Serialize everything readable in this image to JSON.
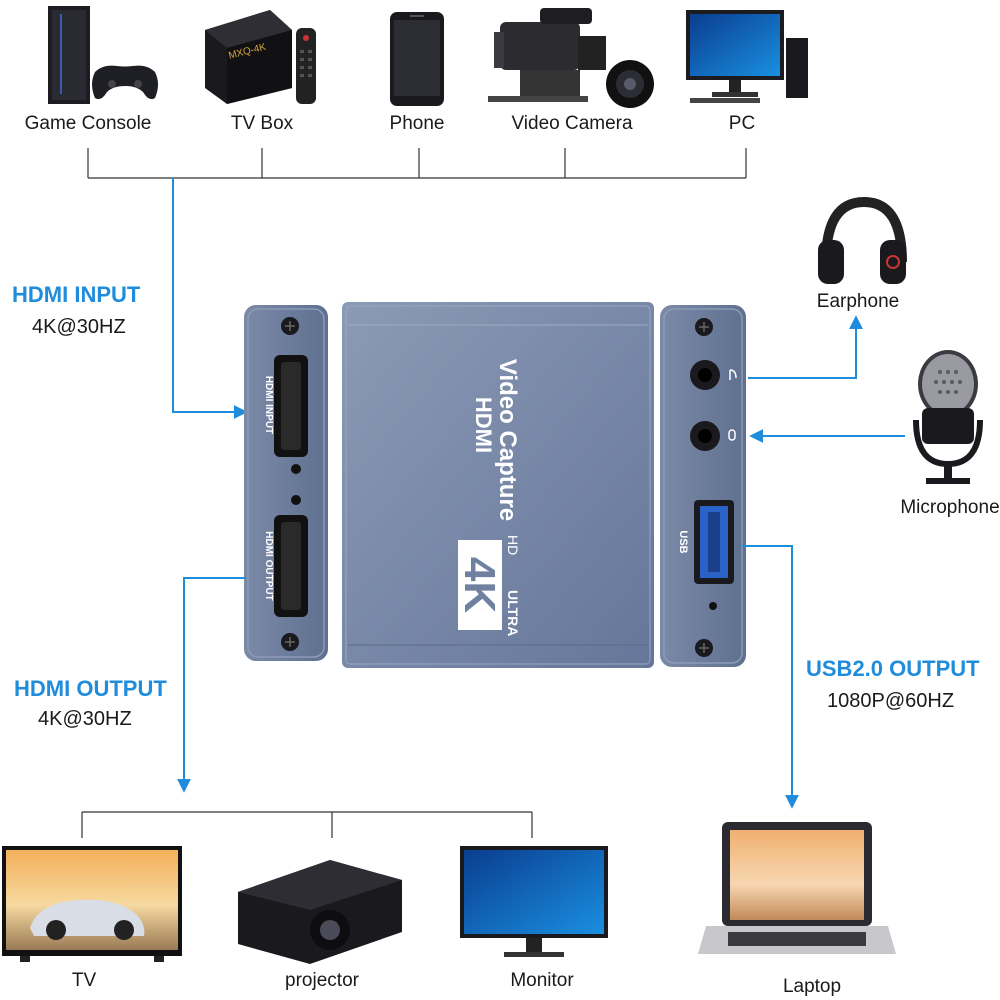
{
  "sources": {
    "game_console": "Game Console",
    "tv_box": "TV Box",
    "phone": "Phone",
    "video_camera": "Video Camera",
    "pc": "PC"
  },
  "hdmi_input": {
    "title": "HDMI INPUT",
    "spec": "4K@30HZ"
  },
  "hdmi_output": {
    "title": "HDMI OUTPUT",
    "spec": "4K@30HZ"
  },
  "usb_output": {
    "title": "USB2.0 OUTPUT",
    "spec": "1080P@60HZ"
  },
  "audio": {
    "earphone": "Earphone",
    "microphone": "Microphone"
  },
  "displays": {
    "tv": "TV",
    "projector": "projector",
    "monitor": "Monitor"
  },
  "laptop": "Laptop",
  "device": {
    "port_hdmi_input": "HDMI INPUT",
    "port_hdmi_output": "HDMI OUTPUT",
    "port_usb": "USB",
    "brand_line1": "HDMI",
    "brand_line2": "Video Capture",
    "badge_4k": "4K",
    "badge_ultra": "ULTRA",
    "badge_hd": "HD",
    "tv_box_logo": "MXQ-4K"
  },
  "colors": {
    "accent": "#1f8ddc",
    "connector_line": "#333333",
    "device_body": "#7b8aa6",
    "device_panel": "#6e7f9c"
  }
}
